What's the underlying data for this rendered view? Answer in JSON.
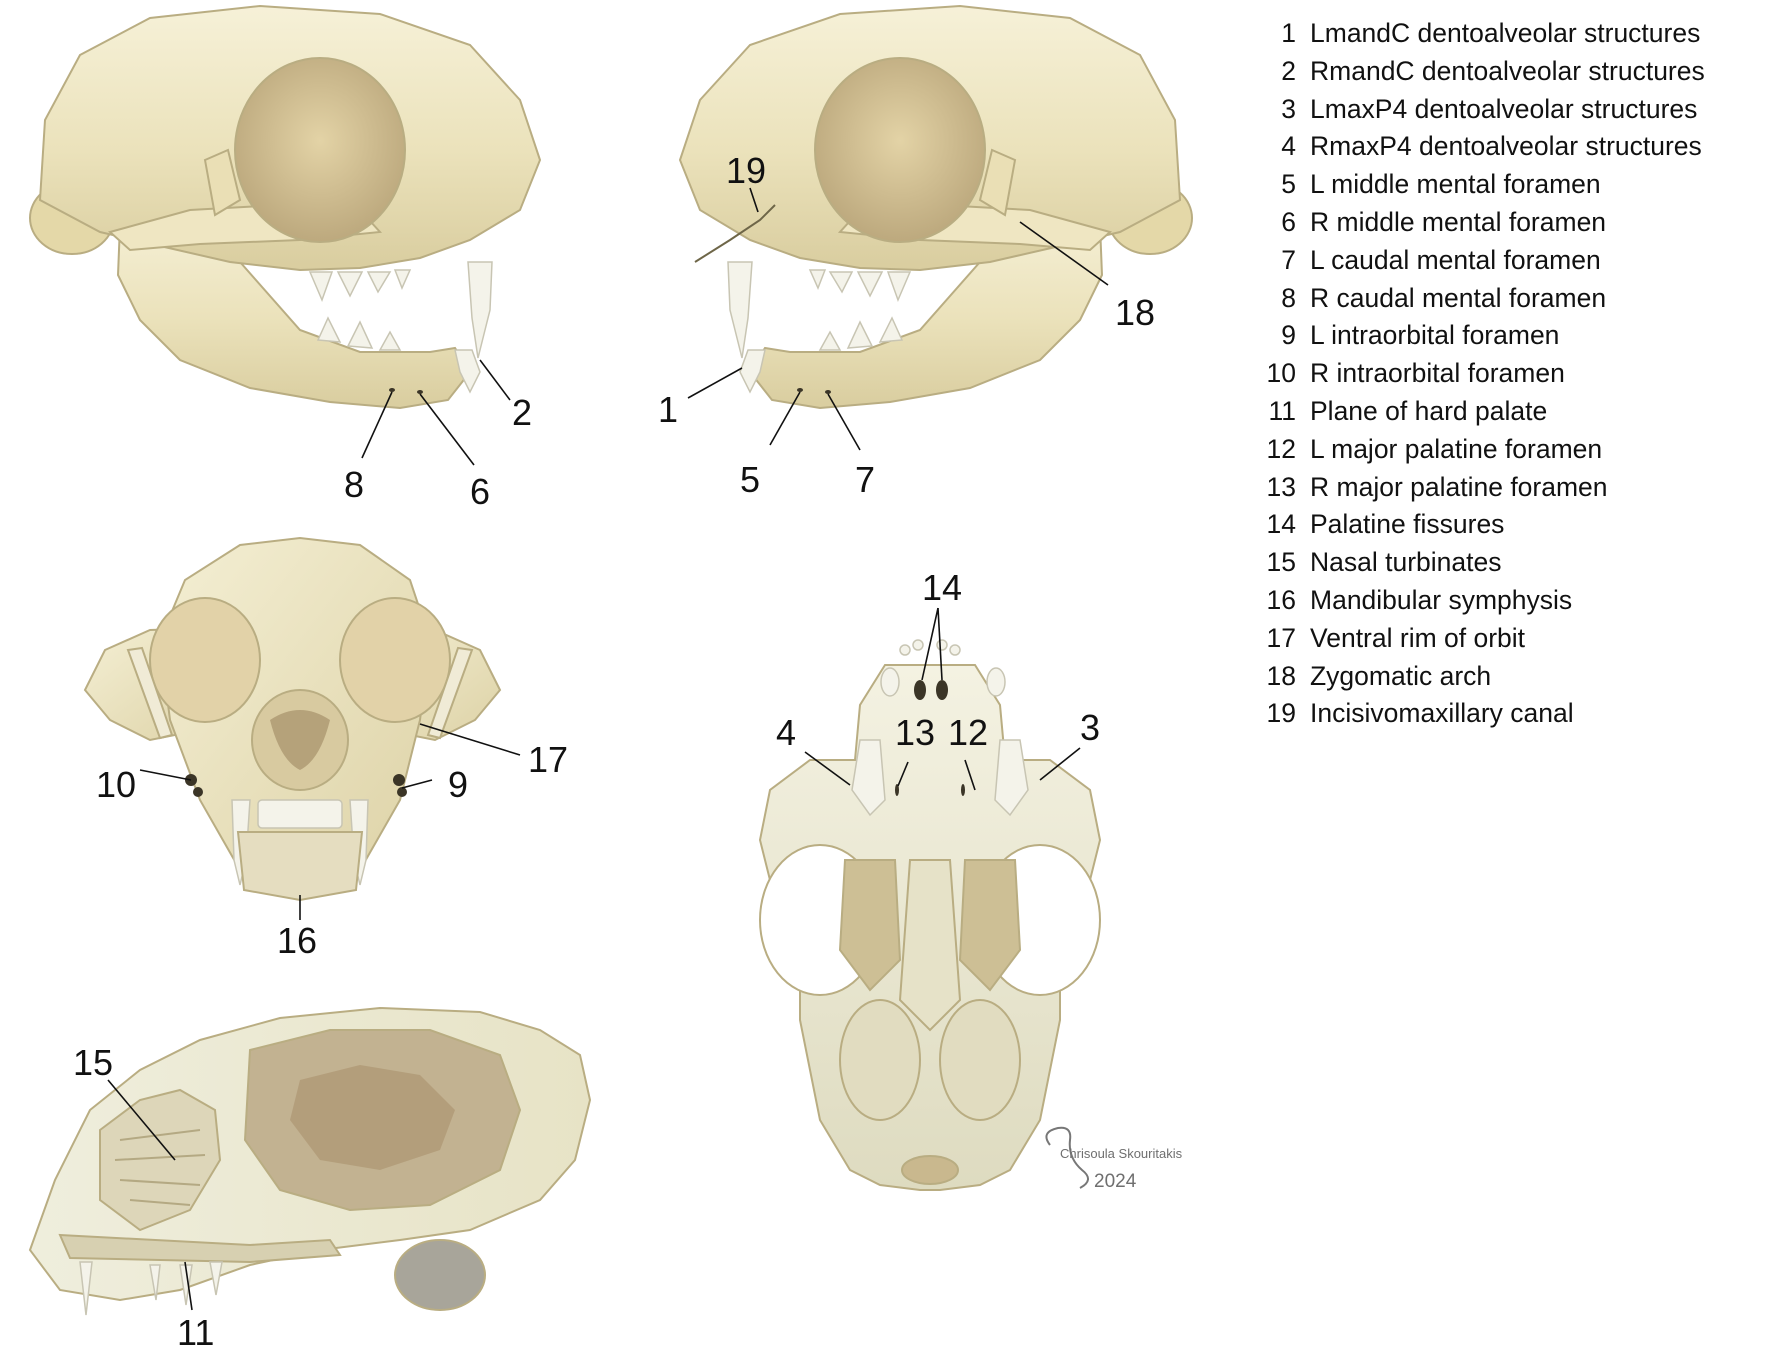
{
  "legend": [
    {
      "num": "1",
      "text": "LmandC dentoalveolar structures"
    },
    {
      "num": "2",
      "text": "RmandC dentoalveolar structures"
    },
    {
      "num": "3",
      "text": "LmaxP4 dentoalveolar structures"
    },
    {
      "num": "4",
      "text": "RmaxP4 dentoalveolar structures"
    },
    {
      "num": "5",
      "text": "L middle mental foramen"
    },
    {
      "num": "6",
      "text": "R middle mental foramen"
    },
    {
      "num": "7",
      "text": "L caudal mental foramen"
    },
    {
      "num": "8",
      "text": "R caudal mental foramen"
    },
    {
      "num": "9",
      "text": "L intraorbital foramen"
    },
    {
      "num": "10",
      "text": "R intraorbital foramen"
    },
    {
      "num": "11",
      "text": "Plane of hard palate"
    },
    {
      "num": "12",
      "text": "L major palatine foramen"
    },
    {
      "num": "13",
      "text": "R major palatine foramen"
    },
    {
      "num": "14",
      "text": "Palatine fissures"
    },
    {
      "num": "15",
      "text": "Nasal turbinates"
    },
    {
      "num": "16",
      "text": "Mandibular symphysis"
    },
    {
      "num": "17",
      "text": "Ventral rim of orbit"
    },
    {
      "num": "18",
      "text": "Zygomatic arch"
    },
    {
      "num": "19",
      "text": "Incisivomaxillary canal"
    }
  ],
  "callouts": {
    "c1": "1",
    "c2": "2",
    "c3": "3",
    "c4": "4",
    "c5": "5",
    "c6": "6",
    "c7": "7",
    "c8": "8",
    "c9": "9",
    "c10": "10",
    "c11": "11",
    "c12": "12",
    "c13": "13",
    "c14": "14",
    "c15": "15",
    "c16": "16",
    "c17": "17",
    "c18": "18",
    "c19": "19"
  },
  "signature": {
    "name": "Chrisoula Skouritakis",
    "year": "2024"
  },
  "colors": {
    "bone_light": "#f3eccb",
    "bone_mid": "#e6dcb0",
    "bone_shadow": "#c9bb8c",
    "cavity": "#b8a782",
    "sagittal_brain": "#bfae8e"
  }
}
